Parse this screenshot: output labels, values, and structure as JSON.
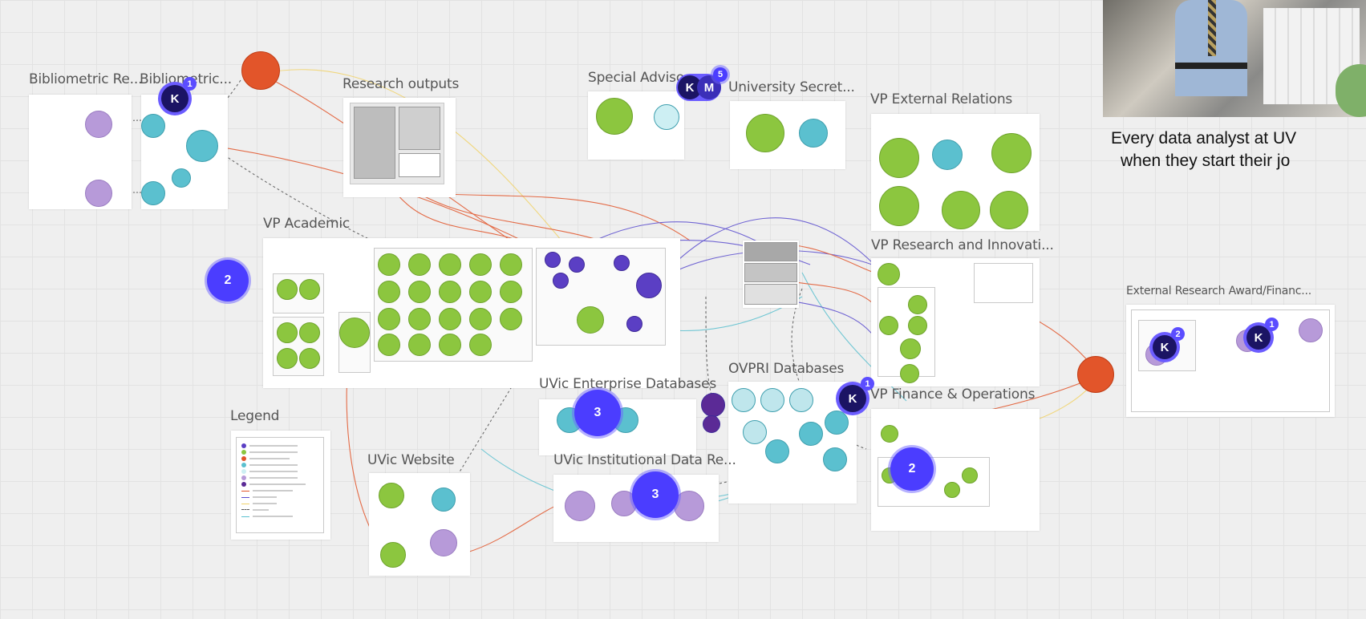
{
  "frames": {
    "bibliometric_1": "Bibliometric Re...",
    "bibliometric_2": "Bibliometric...",
    "research_outputs": "Research outputs",
    "special_advisor": "Special Adviso",
    "university_secretary": "University Secret...",
    "vp_external": "VP External Relations",
    "vp_academic": "VP Academic",
    "vp_research": "VP Research and Innovati...",
    "external_research": "External Research Award/Financ...",
    "uvic_enterprise": "UVic Enterprise Databases",
    "ovpri": "OVPRI Databases",
    "vp_finance": "VP Finance & Operations",
    "legend": "Legend",
    "uvic_website": "UVic Website",
    "uvic_institutional": "UVic Institutional Data Re..."
  },
  "caption": {
    "line1": "Every data analyst at UV",
    "line2": "when they start their jo"
  },
  "badges": {
    "k": "K",
    "m": "M",
    "c1": "1",
    "c2": "2",
    "c5": "5",
    "c3": "3"
  },
  "colors": {
    "green": "#8cc63f",
    "teal": "#5bc0cf",
    "purple": "#b79ad9",
    "navy": "#5b3fc4",
    "orange": "#e2552a",
    "cursor": "#1b1464",
    "count_bubble": "#4b3dff"
  }
}
